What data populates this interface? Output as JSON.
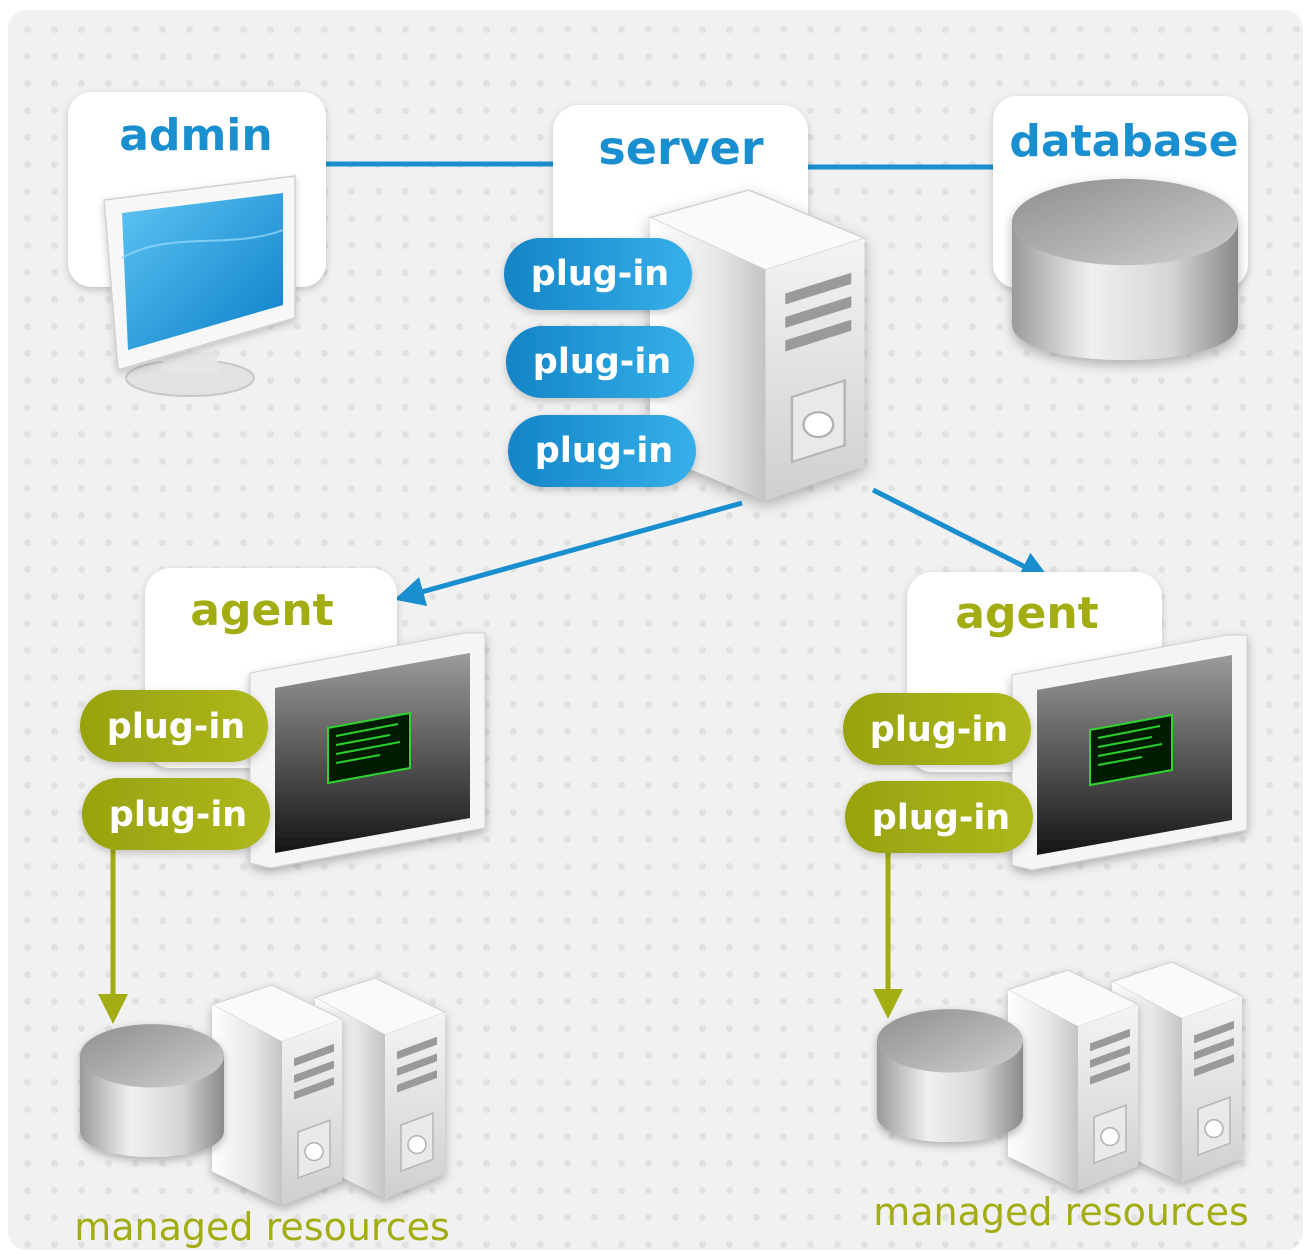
{
  "nodes": {
    "admin": {
      "label": "admin"
    },
    "server": {
      "label": "server"
    },
    "database": {
      "label": "database"
    },
    "agent_left": {
      "label": "agent"
    },
    "agent_right": {
      "label": "agent"
    }
  },
  "server_plugins": [
    "plug-in",
    "plug-in",
    "plug-in"
  ],
  "agent_left_plugins": [
    "plug-in",
    "plug-in"
  ],
  "agent_right_plugins": [
    "plug-in",
    "plug-in"
  ],
  "managed_left": {
    "label": "managed resources"
  },
  "managed_right": {
    "label": "managed resources"
  },
  "colors": {
    "blue": "#1a8fcf",
    "olive": "#a3ad13",
    "background": "#f1f1f1"
  }
}
